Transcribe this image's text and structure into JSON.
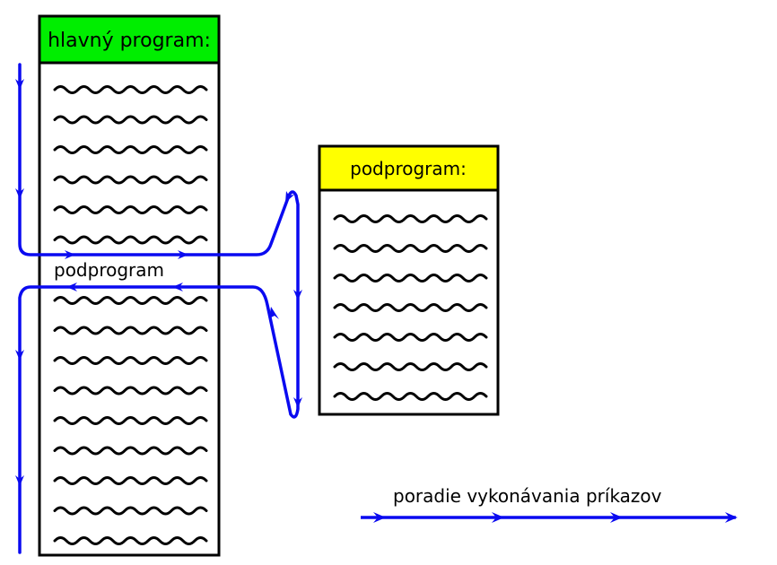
{
  "main_box": {
    "title": "hlavný program:",
    "header_color": "#00ee00"
  },
  "call_label": "podprogram",
  "sub_box": {
    "title": "podprogram:",
    "header_color": "#ffff00"
  },
  "legend": {
    "label": "poradie vykonávania príkazov"
  },
  "colors": {
    "flow": "#0a0af0",
    "border": "#000000",
    "squiggle": "#000000"
  },
  "lines": {
    "main_upper": 6,
    "main_lower": 9,
    "sub": 7
  }
}
